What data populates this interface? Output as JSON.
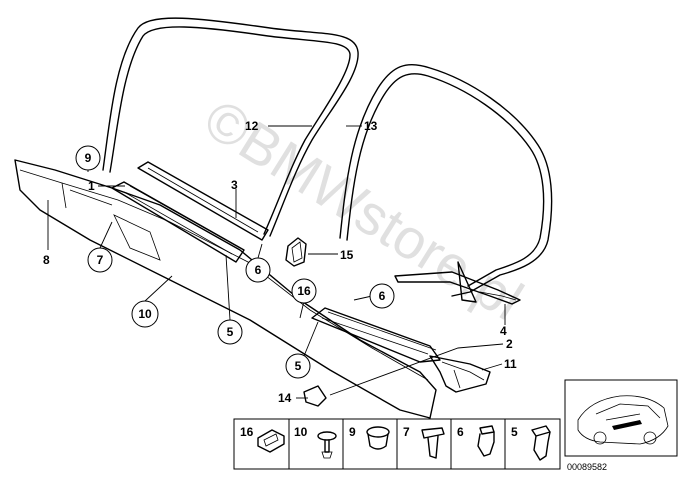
{
  "watermark": "©BMWstore.pl",
  "diagram_number": "00089582",
  "callouts": {
    "p1": "1",
    "p2": "2",
    "p3": "3",
    "p4": "4",
    "p5a": "5",
    "p5b": "5",
    "p6a": "6",
    "p6b": "6",
    "p7": "7",
    "p8": "8",
    "p9": "9",
    "p10": "10",
    "p11": "11",
    "p12": "12",
    "p13": "13",
    "p14": "14",
    "p15": "15",
    "p16": "16"
  },
  "fastener_table": [
    "16",
    "10",
    "9",
    "7",
    "6",
    "5"
  ]
}
